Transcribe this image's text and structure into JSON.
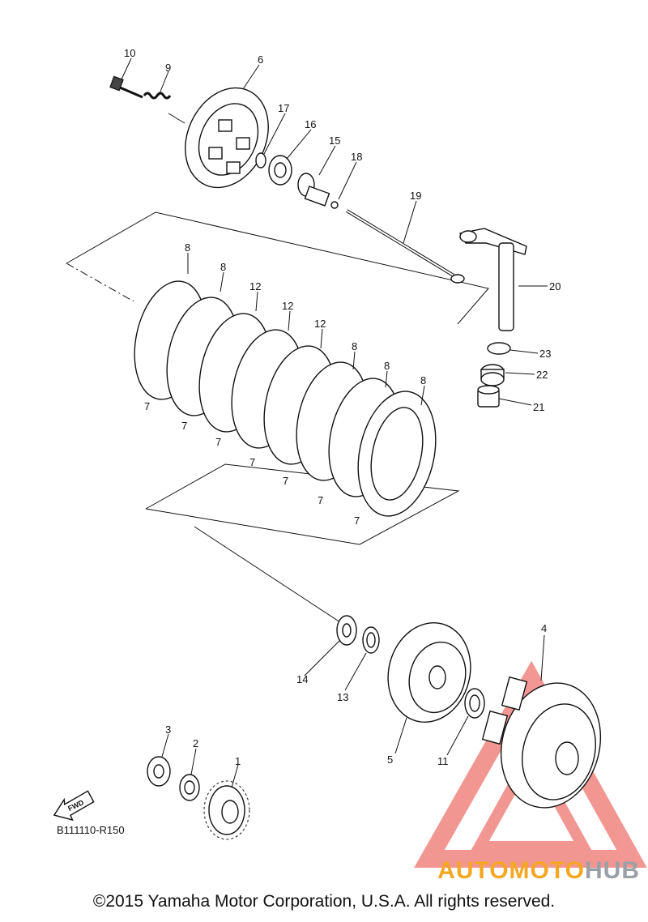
{
  "diagram_code": "B111110-R150",
  "fwd_label": "FWD",
  "footer": "©2015 Yamaha Motor Corporation, U.S.A. All rights reserved.",
  "watermark": {
    "part1": "AUTOMOTO",
    "part2": "HUB",
    "accent": "#f5a623",
    "grey": "#9aa0a6",
    "triangle": "#e8423a"
  },
  "callouts": {
    "c10": "10",
    "c9": "9",
    "c6": "6",
    "c17": "17",
    "c16": "16",
    "c15": "15",
    "c18": "18",
    "c19": "19",
    "c20": "20",
    "c23": "23",
    "c22": "22",
    "c21": "21",
    "c8a": "8",
    "c8b": "8",
    "c12a": "12",
    "c12b": "12",
    "c12c": "12",
    "c8c": "8",
    "c8d": "8",
    "c8e": "8",
    "c7a": "7",
    "c7b": "7",
    "c7c": "7",
    "c7d": "7",
    "c7e": "7",
    "c7f": "7",
    "c7g": "7",
    "c14": "14",
    "c13": "13",
    "c4": "4",
    "c5": "5",
    "c11": "11",
    "c3": "3",
    "c2": "2",
    "c1": "1"
  }
}
